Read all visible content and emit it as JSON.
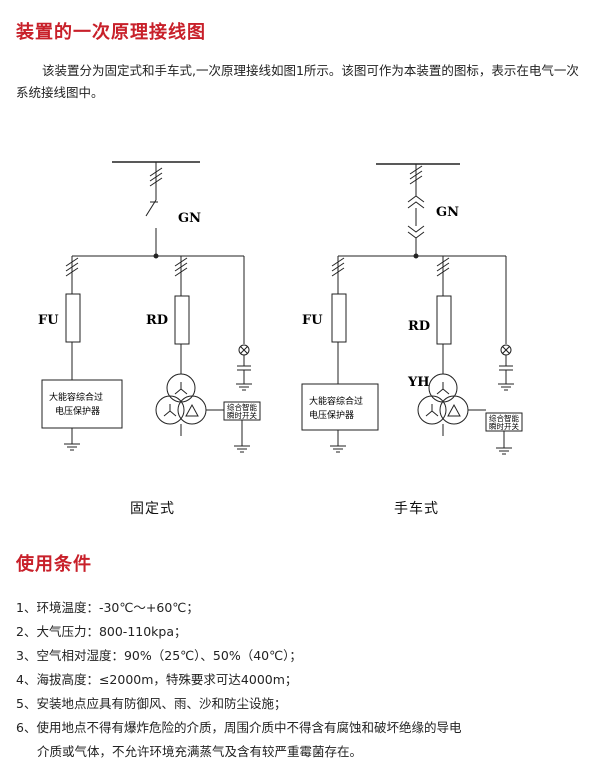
{
  "section1": {
    "title": "装置的一次原理接线图",
    "intro": "该装置分为固定式和手车式,一次原理接线如图1所示。该图可作为本装置的图标，表示在电气一次系统接线图中。"
  },
  "diagram": {
    "fixed": {
      "gn_label": "GN",
      "fu_label": "FU",
      "rd_label": "RD",
      "protector_line1": "大能容综合过",
      "protector_line2": "电压保护器",
      "switch_line1": "综合智能",
      "switch_line2": "瞬时开关",
      "caption": "固定式"
    },
    "handcart": {
      "gn_label": "GN",
      "fu_label": "FU",
      "rd_label": "RD",
      "yh_label": "YH",
      "protector_line1": "大能容综合过",
      "protector_line2": "电压保护器",
      "switch_line1": "综合智能",
      "switch_line2": "瞬时开关",
      "caption": "手车式"
    }
  },
  "section2": {
    "title": "使用条件",
    "items": [
      "1、环境温度：-30℃～+60℃；",
      "2、大气压力：800-110kpa；",
      "3、空气相对湿度：90%（25℃）、50%（40℃）；",
      "4、海拔高度：≤2000m，特殊要求可达4000m；",
      "5、安装地点应具有防御风、雨、沙和防尘设施；",
      "6、使用地点不得有爆炸危险的介质，周围介质中不得含有腐蚀和破坏绝缘的导电"
    ],
    "item6_cont": "介质或气体，不允许环境充满蒸气及含有较严重霉菌存在。"
  }
}
